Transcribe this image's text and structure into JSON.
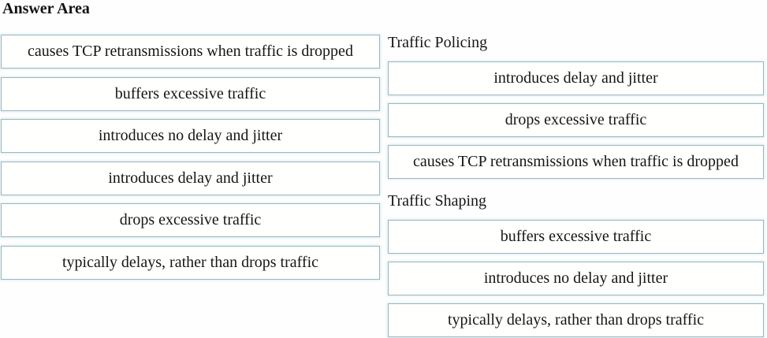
{
  "title": "Answer Area",
  "colors": {
    "box_border": "#9cb6bb",
    "box_fill": "#fffffd",
    "text": "#161616",
    "halo": "#ddeef2",
    "background": "#fefefe"
  },
  "options": [
    "causes TCP retransmissions when traffic is dropped",
    "buffers excessive traffic",
    "introduces no delay and jitter",
    "introduces delay and jitter",
    "drops excessive traffic",
    "typically delays, rather than drops traffic"
  ],
  "categories": [
    {
      "label": "Traffic Policing",
      "answers": [
        "introduces delay and jitter",
        "drops excessive traffic",
        "causes TCP retransmissions when traffic is dropped"
      ]
    },
    {
      "label": "Traffic Shaping",
      "answers": [
        "buffers excessive traffic",
        "introduces no delay and jitter",
        "typically delays, rather than drops traffic"
      ]
    }
  ]
}
